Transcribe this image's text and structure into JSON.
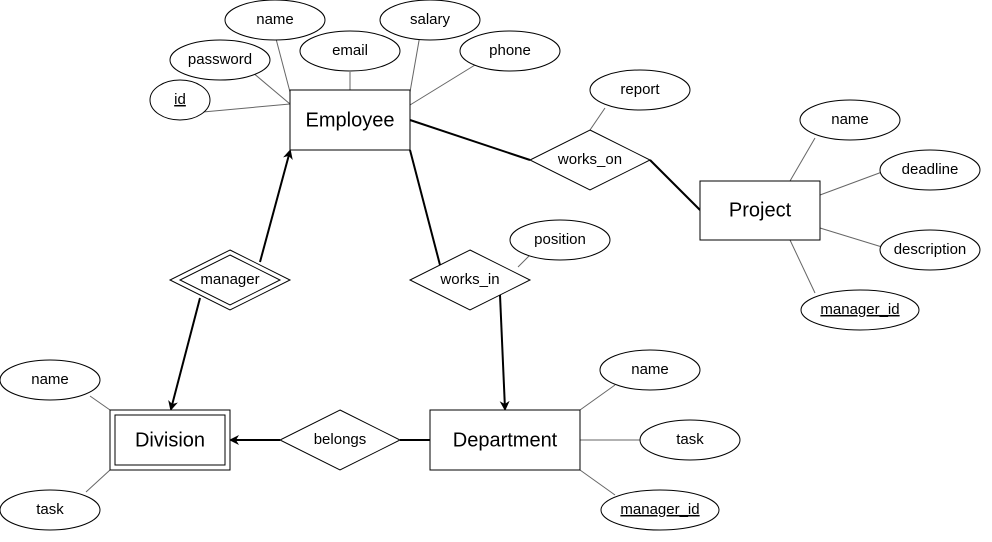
{
  "entities": {
    "employee": "Employee",
    "project": "Project",
    "department": "Department",
    "division": "Division"
  },
  "relationships": {
    "works_on": "works_on",
    "works_in": "works_in",
    "manager": "manager",
    "belongs": "belongs"
  },
  "attributes": {
    "employee": {
      "name": "name",
      "email": "email",
      "salary": "salary",
      "phone": "phone",
      "password": "password",
      "id": "id"
    },
    "works_on": {
      "report": "report"
    },
    "works_in": {
      "position": "position"
    },
    "project": {
      "name": "name",
      "deadline": "deadline",
      "description": "description",
      "manager_id": "manager_id"
    },
    "department": {
      "name": "name",
      "task": "task",
      "manager_id": "manager_id"
    },
    "division": {
      "name": "name",
      "task": "task"
    }
  }
}
